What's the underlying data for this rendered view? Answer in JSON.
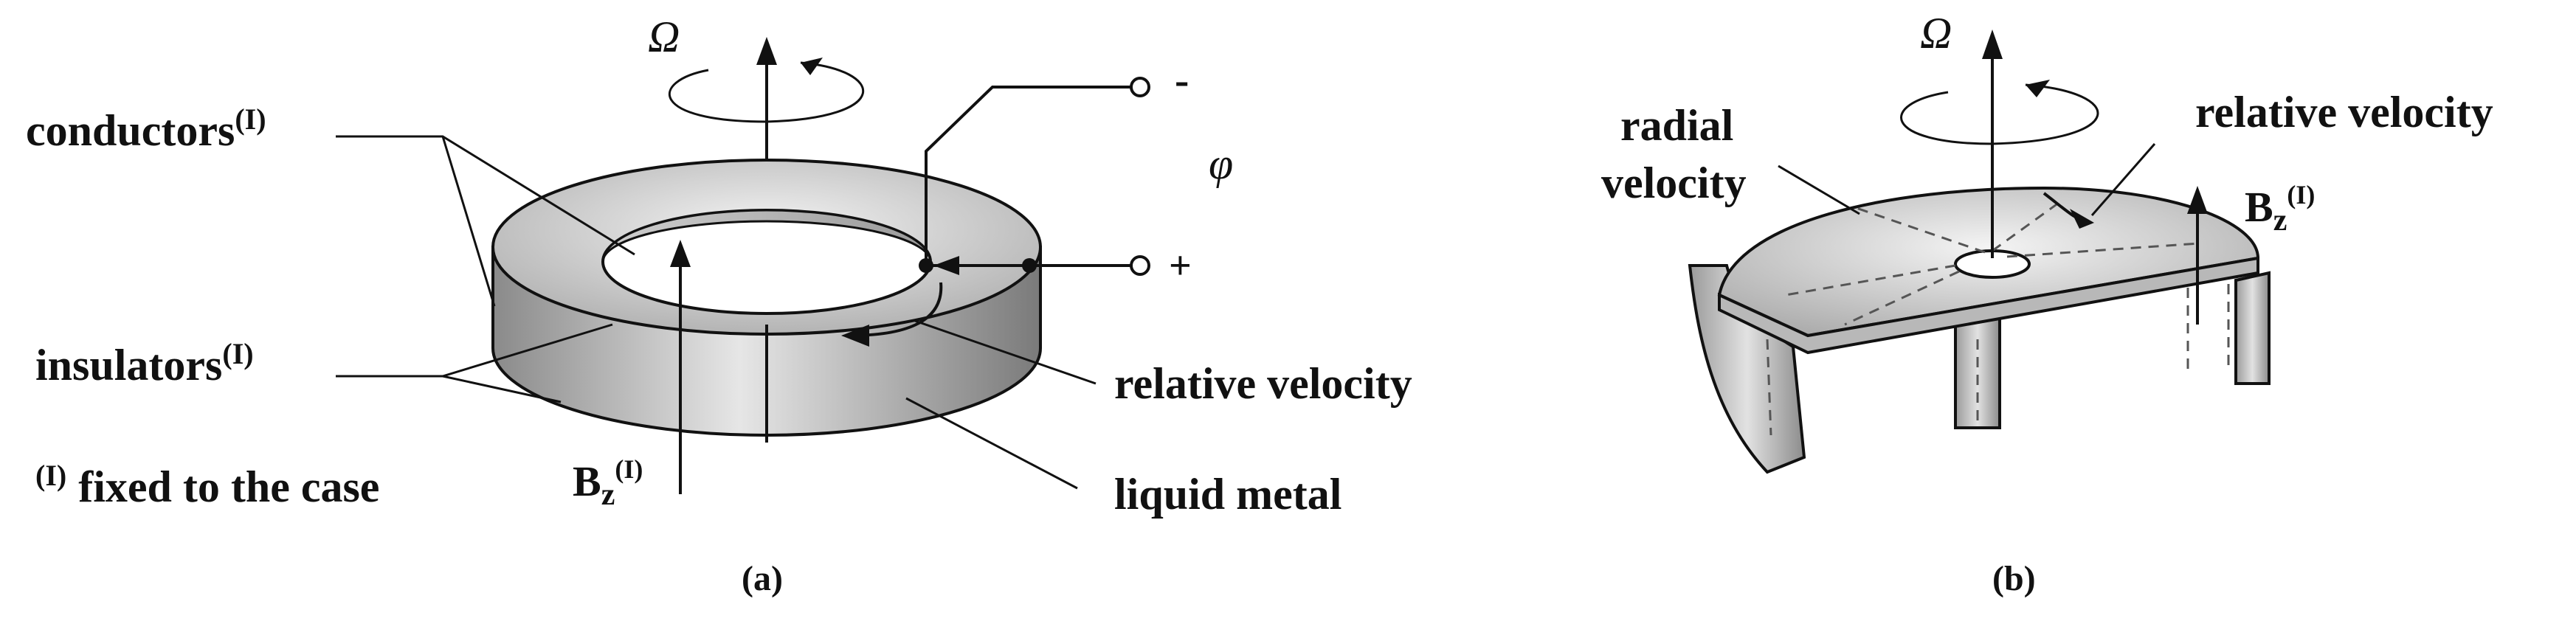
{
  "panel_a": {
    "omega": "Ω",
    "conductors": "conductors",
    "conductors_sup": "(I)",
    "insulators": "insulators",
    "insulators_sup": "(I)",
    "fixed_sup": "(I)",
    "fixed_text": "fixed to the case",
    "bz_main": "B",
    "bz_sub": "z",
    "bz_sup": "(I)",
    "phi": "φ",
    "minus": "-",
    "plus": "+",
    "relative_velocity": "relative velocity",
    "liquid_metal": "liquid metal",
    "caption": "(a)"
  },
  "panel_b": {
    "omega": "Ω",
    "radial_line1": "radial",
    "radial_line2": "velocity",
    "relative_velocity": "relative velocity",
    "bz_main": "B",
    "bz_sub": "z",
    "bz_sup": "(I)",
    "caption": "(b)"
  }
}
